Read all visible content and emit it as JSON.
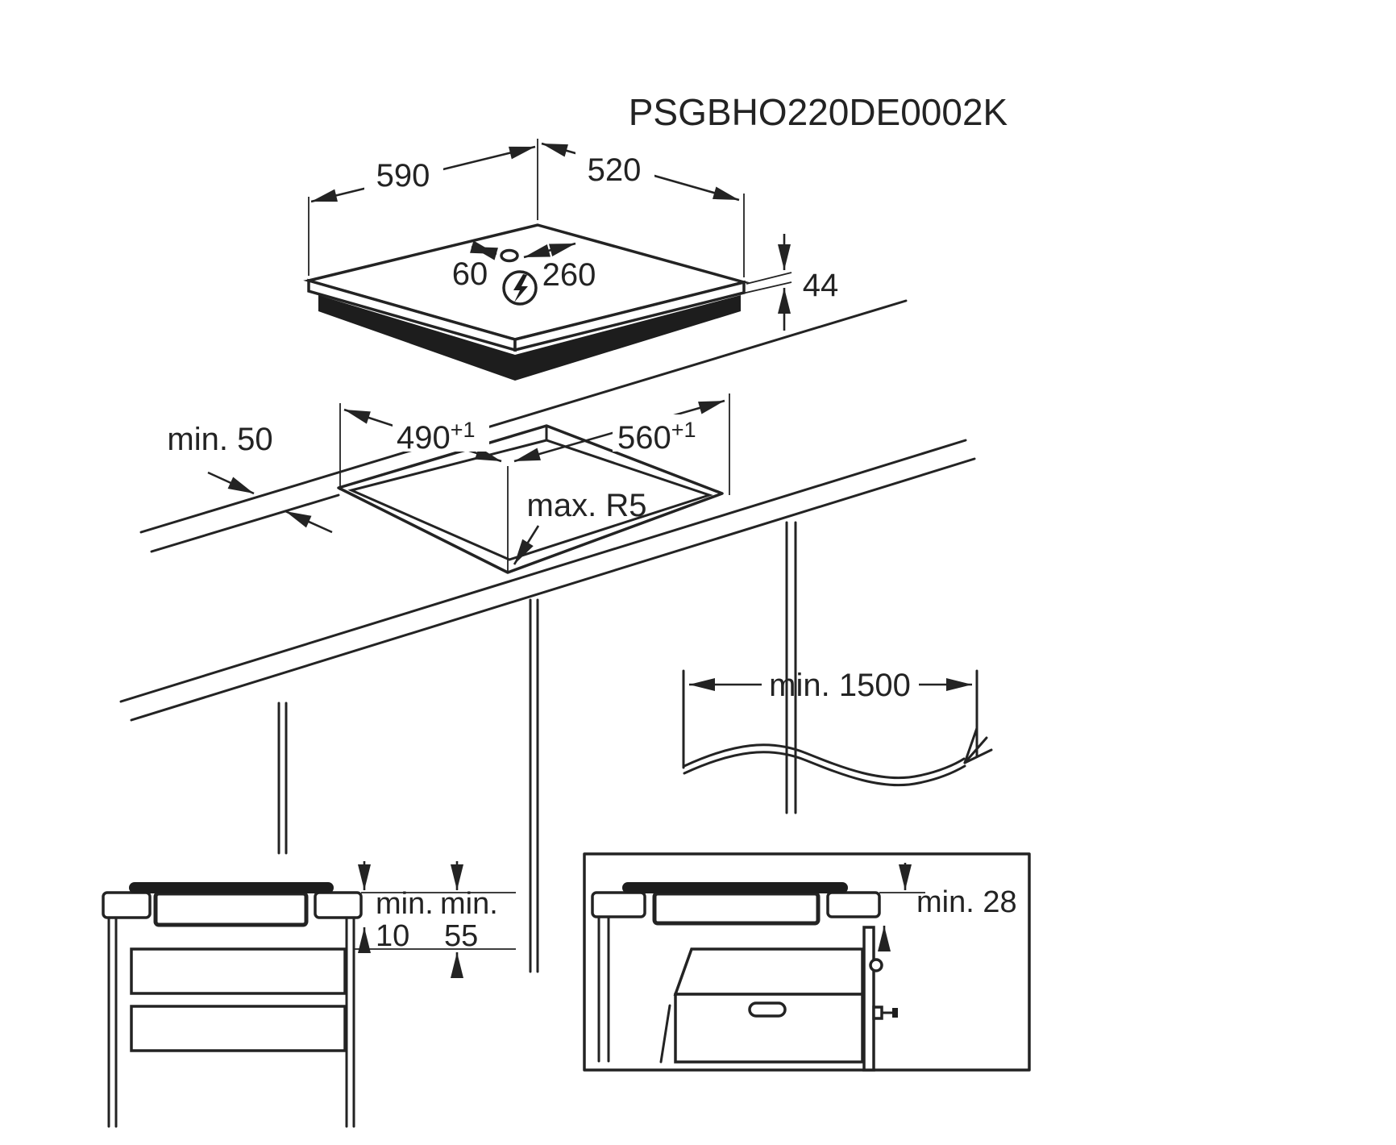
{
  "title": "PSGBHO220DE0002K",
  "colors": {
    "line": "#232323",
    "background": "#ffffff"
  },
  "hob_view": {
    "width_label": "590",
    "depth_label": "520",
    "connection_offset_left": "60",
    "connection_offset_right": "260",
    "height_label": "44",
    "power_icon": "lightning-bolt-circle"
  },
  "cutout_view": {
    "cutout_depth": "490",
    "cutout_depth_tolerance": "+1",
    "cutout_width": "560",
    "cutout_width_tolerance": "+1",
    "wall_clearance": "min. 50",
    "corner_radius": "max. R5"
  },
  "cable_view": {
    "cable_length": "min. 1500",
    "cable_icon": "mains-cable-wavy"
  },
  "cabinet_section_view": {
    "gap_below_hob_line1": "min.",
    "gap_below_hob_line2": "10",
    "worktop_to_shelf_line1": "min.",
    "worktop_to_shelf_line2": "55"
  },
  "oven_section_view": {
    "clearance_above_oven": "min. 28"
  }
}
